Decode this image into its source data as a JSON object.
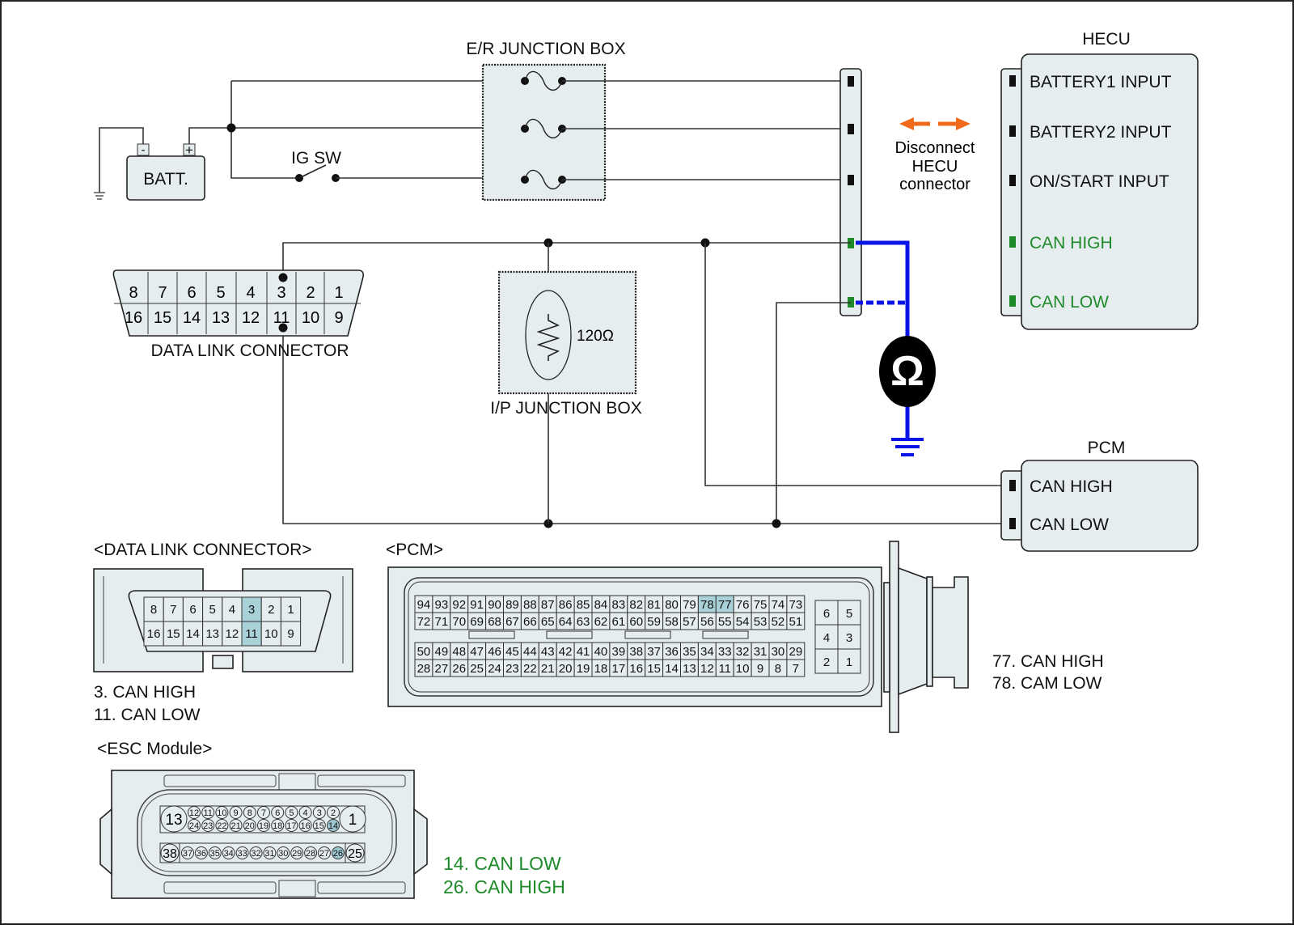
{
  "title_er_junction": "E/R JUNCTION BOX",
  "title_ip_junction": "I/P JUNCTION BOX",
  "battery_label": "BATT.",
  "battery_neg": "-",
  "battery_pos": "+",
  "ig_sw_label": "IG SW",
  "resistor_label": "120Ω",
  "dlc_label": "DATA LINK CONNECTOR",
  "dlc_pins_top": [
    "8",
    "7",
    "6",
    "5",
    "4",
    "3",
    "2",
    "1"
  ],
  "dlc_pins_bottom": [
    "16",
    "15",
    "14",
    "13",
    "12",
    "11",
    "10",
    "9"
  ],
  "disconnect_note": [
    "Disconnect",
    "HECU",
    "connector"
  ],
  "ohm_symbol": "Ω",
  "hecu": {
    "title": "HECU",
    "pins": [
      {
        "label": "BATTERY1 INPUT",
        "color": "black"
      },
      {
        "label": "BATTERY2 INPUT",
        "color": "black"
      },
      {
        "label": "ON/START INPUT",
        "color": "black"
      },
      {
        "label": "CAN HIGH",
        "color": "green"
      },
      {
        "label": "CAN LOW",
        "color": "green"
      }
    ]
  },
  "pcm": {
    "title": "PCM",
    "pins": [
      {
        "label": "CAN HIGH"
      },
      {
        "label": "CAN LOW"
      }
    ]
  },
  "dlc_detail": {
    "title": "<DATA LINK CONNECTOR>",
    "top": [
      "8",
      "7",
      "6",
      "5",
      "4",
      "3",
      "2",
      "1"
    ],
    "bottom": [
      "16",
      "15",
      "14",
      "13",
      "12",
      "11",
      "10",
      "9"
    ],
    "highlight": [
      "3",
      "11"
    ],
    "notes": [
      "3. CAN HIGH",
      "11. CAN LOW"
    ]
  },
  "pcm_detail": {
    "title": "<PCM>",
    "rows": [
      [
        "94",
        "93",
        "92",
        "91",
        "90",
        "89",
        "88",
        "87",
        "86",
        "85",
        "84",
        "83",
        "82",
        "81",
        "80",
        "79",
        "78",
        "77",
        "76",
        "75",
        "74",
        "73"
      ],
      [
        "72",
        "71",
        "70",
        "69",
        "68",
        "67",
        "66",
        "65",
        "64",
        "63",
        "62",
        "61",
        "60",
        "59",
        "58",
        "57",
        "56",
        "55",
        "54",
        "53",
        "52",
        "51"
      ],
      [
        "50",
        "49",
        "48",
        "47",
        "46",
        "45",
        "44",
        "43",
        "42",
        "41",
        "40",
        "39",
        "38",
        "37",
        "36",
        "35",
        "34",
        "33",
        "32",
        "31",
        "30",
        "29"
      ],
      [
        "28",
        "27",
        "26",
        "25",
        "24",
        "23",
        "22",
        "21",
        "20",
        "19",
        "18",
        "17",
        "16",
        "15",
        "14",
        "13",
        "12",
        "11",
        "10",
        "9",
        "8",
        "7"
      ]
    ],
    "small_block": [
      [
        "6",
        "5"
      ],
      [
        "4",
        "3"
      ],
      [
        "2",
        "1"
      ]
    ],
    "highlight": [
      "78",
      "77"
    ],
    "notes": [
      "77. CAN HIGH",
      "78. CAM LOW"
    ]
  },
  "esc_detail": {
    "title": "<ESC Module>",
    "row1_big_left": "13",
    "row1_big_right": "1",
    "row1_top": [
      "12",
      "11",
      "10",
      "9",
      "8",
      "7",
      "6",
      "5",
      "4",
      "3",
      "2"
    ],
    "row1_bottom": [
      "24",
      "23",
      "22",
      "21",
      "20",
      "19",
      "18",
      "17",
      "16",
      "15",
      "14"
    ],
    "row2_big_left": "38",
    "row2_big_right": "25",
    "row2": [
      "37",
      "36",
      "35",
      "34",
      "33",
      "32",
      "31",
      "30",
      "29",
      "28",
      "27",
      "26"
    ],
    "highlight": [
      "14",
      "26"
    ],
    "notes": [
      "14. CAN LOW",
      "26. CAN HIGH"
    ]
  },
  "colors": {
    "can_green": "#1e8a2a",
    "meter_lead": "#0a14e6",
    "arrow": "#f06a1a",
    "highlight": "#a9d1d8"
  }
}
